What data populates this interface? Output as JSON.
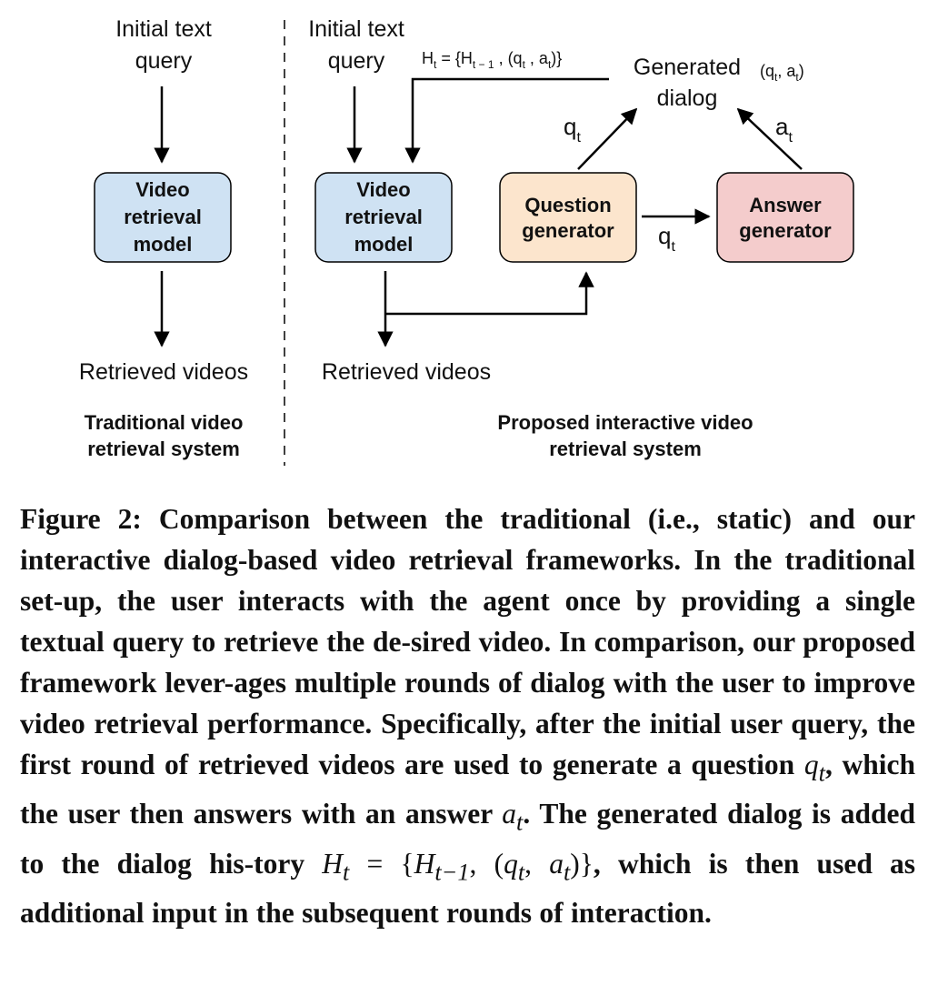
{
  "left_system": {
    "input_label": [
      "Initial text",
      "query"
    ],
    "model_box": [
      "Video",
      "retrieval",
      "model"
    ],
    "output_label": "Retrieved videos",
    "caption": [
      "Traditional video",
      "retrieval system"
    ]
  },
  "right_system": {
    "input_label": [
      "Initial text",
      "query"
    ],
    "model_box": [
      "Video",
      "retrieval",
      "model"
    ],
    "output_label": "Retrieved videos",
    "question_box": [
      "Question",
      "generator"
    ],
    "answer_box": [
      "Answer",
      "generator"
    ],
    "dialog_label": [
      "Generated",
      "dialog"
    ],
    "history_formula": "Ht = {Ht−1 , (qt , at)}",
    "pair_formula": "(qt, at)",
    "q_symbol": "qt",
    "a_symbol": "at",
    "caption": [
      "Proposed interactive video",
      "retrieval system"
    ]
  },
  "colors": {
    "retrieval_fill": "#cfe2f3",
    "question_fill": "#fce5cd",
    "answer_fill": "#f4cccc",
    "stroke": "#000000"
  },
  "figure_caption": {
    "line_1": "Figure 2: Comparison between the traditional (i.e., static)",
    "line_2": "and our interactive dialog-based video retrieval frameworks.",
    "line_3": "In the traditional set-up, the user interacts with the agent",
    "line_4": "once by providing a single textual query to retrieve the de-",
    "line_5": "sired video. In comparison, our proposed framework lever-",
    "line_6": "ages multiple rounds of dialog with the user to improve",
    "line_7": "video retrieval performance. Specifically, after the initial",
    "line_8": "user query, the first round of retrieved videos are used to",
    "line_9_a": "generate a question",
    "line_9_q": "qt",
    "line_9_b": ", which the user then answers with an",
    "line_10_a": "answer",
    "line_10_at": "at",
    "line_10_b": ". The generated dialog is added to the dialog his-",
    "line_11_a": "tory",
    "line_11_math": "Ht = {Ht−1, (qt, at)}",
    "line_11_b": ", which is then used as additional",
    "line_12": "input in the subsequent rounds of interaction."
  }
}
